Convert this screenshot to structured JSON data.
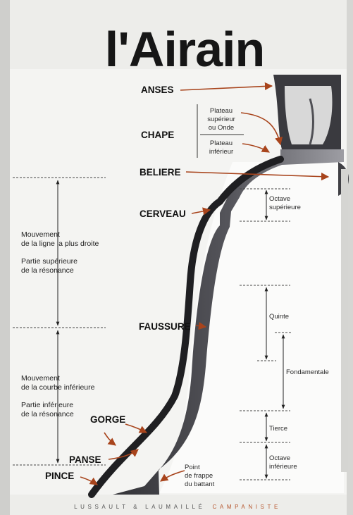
{
  "title": "l'Airain",
  "labels": {
    "anses": "ANSES",
    "chape": "CHAPE",
    "plateau_sup": [
      "Plateau",
      "supérieur",
      "ou Onde"
    ],
    "plateau_inf": [
      "Plateau",
      "inférieur"
    ],
    "beliere": "BELIERE",
    "cerveau": "CERVEAU",
    "faussure": "FAUSSURE",
    "gorge": "GORGE",
    "panse": "PANSE",
    "pince": "PINCE",
    "point_frappe": [
      "Point",
      "de frappe",
      "du battant"
    ]
  },
  "left_notes": {
    "mouvement_droite": [
      "Mouvement",
      "de la ligne la plus droite"
    ],
    "partie_sup": [
      "Partie supérieure",
      "de la résonance"
    ],
    "mouvement_courbe": [
      "Mouvement",
      "de la courbe inférieure"
    ],
    "partie_inf": [
      "Partie inférieure",
      "de la résonance"
    ]
  },
  "intervals": {
    "octave_sup": [
      "Octave",
      "supérieure"
    ],
    "quinte": "Quinte",
    "fondamentale": "Fondamentale",
    "tierce": "Tierce",
    "octave_inf": [
      "Octave",
      "inférieure"
    ]
  },
  "footer": {
    "main": "LUSSAULT & LAUMAILLÉ",
    "accent": "CAMPANISTE"
  },
  "colors": {
    "arrow": "#a8441c",
    "accent": "#b5542b",
    "bronze_dark": "#2f2f33",
    "bronze_light": "#9a9aa0"
  }
}
